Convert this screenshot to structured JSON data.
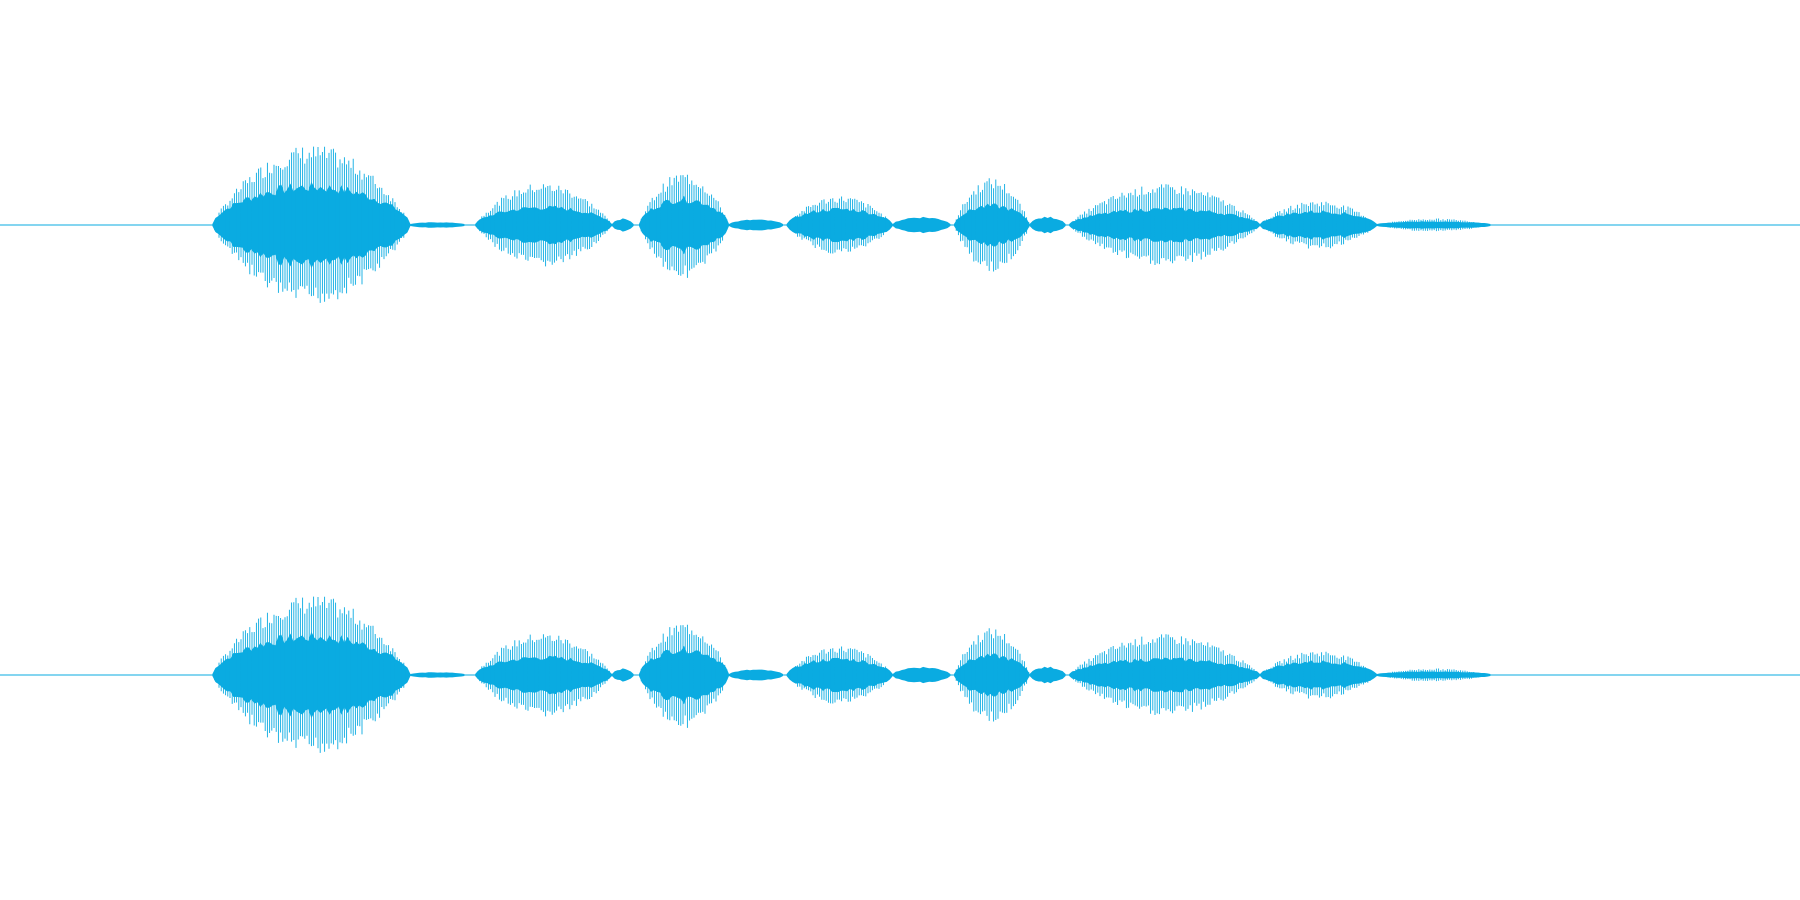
{
  "waveform": {
    "color": "#0aabe1",
    "background": "#ffffff",
    "channels": [
      {
        "name": "channel-1",
        "segments": [
          {
            "start": 0.118,
            "end": 0.228,
            "peak": 0.98,
            "body": 0.45
          },
          {
            "start": 0.228,
            "end": 0.258,
            "peak": 0.02,
            "body": 0.02
          },
          {
            "start": 0.264,
            "end": 0.34,
            "peak": 0.52,
            "body": 0.2
          },
          {
            "start": 0.34,
            "end": 0.352,
            "peak": 0.08,
            "body": 0.06
          },
          {
            "start": 0.355,
            "end": 0.405,
            "peak": 0.65,
            "body": 0.3
          },
          {
            "start": 0.405,
            "end": 0.435,
            "peak": 0.06,
            "body": 0.05
          },
          {
            "start": 0.437,
            "end": 0.496,
            "peak": 0.36,
            "body": 0.18
          },
          {
            "start": 0.496,
            "end": 0.528,
            "peak": 0.1,
            "body": 0.08
          },
          {
            "start": 0.53,
            "end": 0.572,
            "peak": 0.58,
            "body": 0.22
          },
          {
            "start": 0.572,
            "end": 0.592,
            "peak": 0.08,
            "body": 0.08
          },
          {
            "start": 0.594,
            "end": 0.7,
            "peak": 0.5,
            "body": 0.18
          },
          {
            "start": 0.7,
            "end": 0.765,
            "peak": 0.3,
            "body": 0.15
          },
          {
            "start": 0.765,
            "end": 0.828,
            "peak": 0.08,
            "body": 0.03
          }
        ]
      },
      {
        "name": "channel-2",
        "segments": [
          {
            "start": 0.118,
            "end": 0.228,
            "peak": 0.98,
            "body": 0.45
          },
          {
            "start": 0.228,
            "end": 0.258,
            "peak": 0.02,
            "body": 0.02
          },
          {
            "start": 0.264,
            "end": 0.34,
            "peak": 0.52,
            "body": 0.2
          },
          {
            "start": 0.34,
            "end": 0.352,
            "peak": 0.08,
            "body": 0.06
          },
          {
            "start": 0.355,
            "end": 0.405,
            "peak": 0.65,
            "body": 0.3
          },
          {
            "start": 0.405,
            "end": 0.435,
            "peak": 0.06,
            "body": 0.05
          },
          {
            "start": 0.437,
            "end": 0.496,
            "peak": 0.36,
            "body": 0.18
          },
          {
            "start": 0.496,
            "end": 0.528,
            "peak": 0.1,
            "body": 0.08
          },
          {
            "start": 0.53,
            "end": 0.572,
            "peak": 0.58,
            "body": 0.22
          },
          {
            "start": 0.572,
            "end": 0.592,
            "peak": 0.08,
            "body": 0.08
          },
          {
            "start": 0.594,
            "end": 0.7,
            "peak": 0.5,
            "body": 0.18
          },
          {
            "start": 0.7,
            "end": 0.765,
            "peak": 0.3,
            "body": 0.15
          },
          {
            "start": 0.765,
            "end": 0.828,
            "peak": 0.08,
            "body": 0.03
          }
        ]
      }
    ]
  }
}
